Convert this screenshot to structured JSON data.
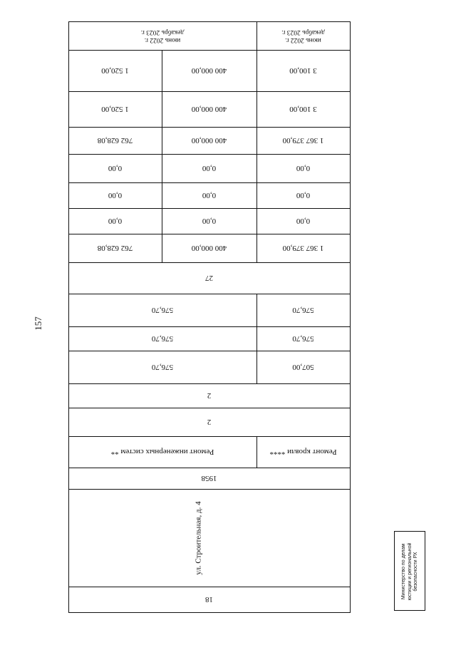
{
  "page": {
    "number": "157"
  },
  "header": {
    "period_narrow": "июнь 2022 г.\nдекабрь 2023 г.",
    "period_wide": "июнь 2022 г.\nдекабрь 2023 г."
  },
  "rows": [
    [
      "3 100,00",
      "400 000,00",
      "1 520,00"
    ],
    [
      "3 100,00",
      "400 000,00",
      "1 520,00"
    ],
    [
      "1 367 379,00",
      "400 000,00",
      "762 628,08"
    ],
    [
      "0,00",
      "0,00",
      "0,00"
    ],
    [
      "0,00",
      "0,00",
      "0,00"
    ],
    [
      "0,00",
      "0,00",
      "0,00"
    ],
    [
      "1 367 379,00",
      "400 000,00",
      "762 628,08"
    ]
  ],
  "total_years": "27",
  "areas": [
    [
      "576,70",
      "576,70"
    ],
    [
      "576,70",
      "576,70"
    ],
    [
      "507,00",
      "576,70"
    ]
  ],
  "floors_a": "2",
  "floors_b": "2",
  "work_types": {
    "roof": "Ремонт кровли ****",
    "systems": "Ремонт инженерных систем **"
  },
  "year_built": "1958",
  "address": "ул. Строительная, д. 4",
  "row_number": "18",
  "stamp": "Министерство по делам\nюстиции и региональной\nбезопасности РХ"
}
